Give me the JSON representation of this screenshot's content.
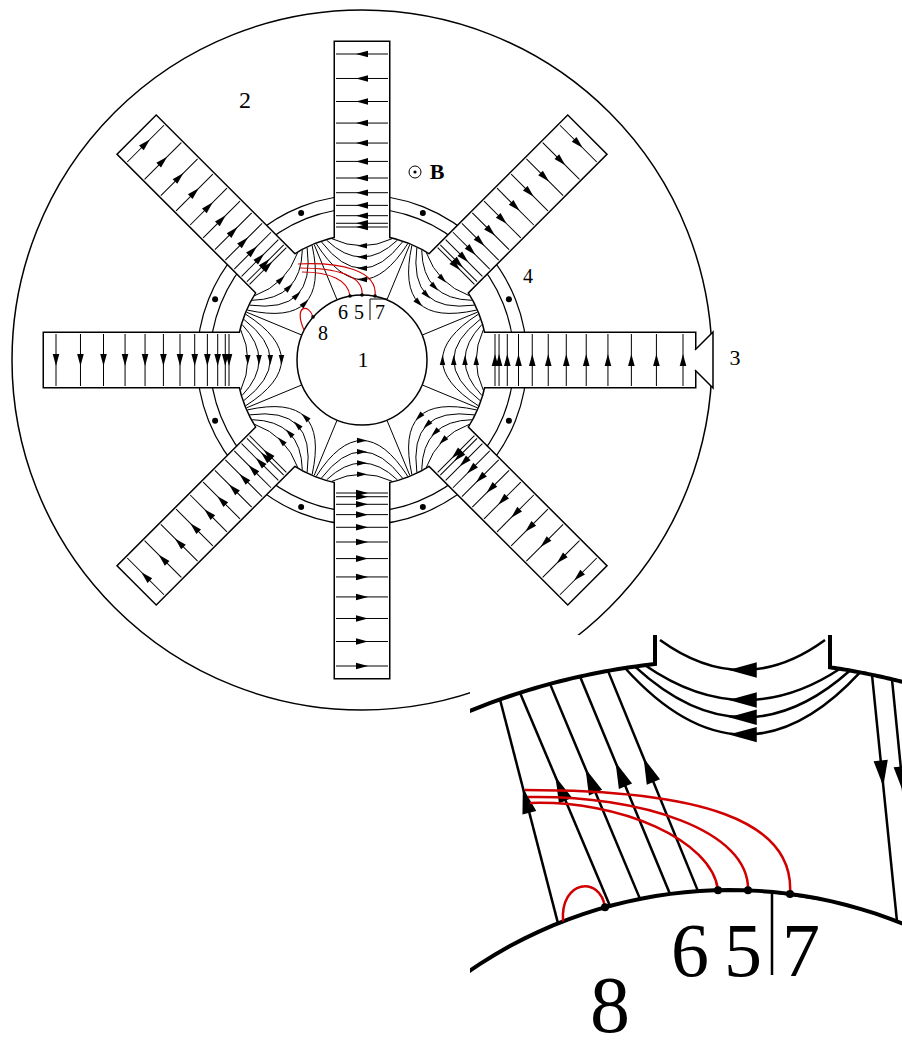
{
  "diagram": {
    "labels": [
      "2",
      "B",
      "4",
      "8",
      "6",
      "5",
      "7",
      "1",
      "3",
      "6",
      "5",
      "7",
      "8"
    ]
  }
}
